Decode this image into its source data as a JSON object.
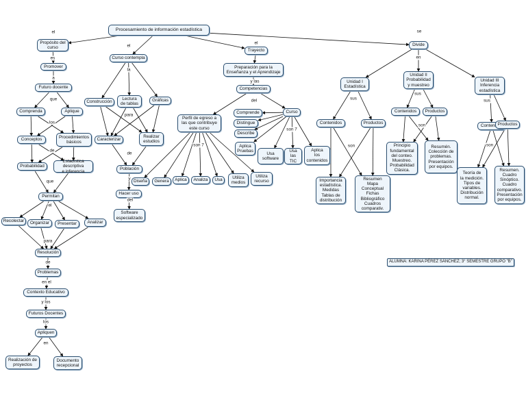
{
  "nodes": {
    "n_title": "Procesamiento de información estadística",
    "n_proposito": "Propósito del\ncurso",
    "n_promover": "Promover",
    "n_futuro": "Futuro docente",
    "n_comprenda": "Comprenda",
    "n_aplique": "Aplique",
    "n_conceptos": "Conceptos",
    "n_procedimientos": "Procedimientos\nbásicos",
    "n_probabilidad": "Probabilidad",
    "n_estdesc": "Estadística descriptiva\ne inferencia",
    "n_permitan": "Permitan",
    "n_recolectar": "Recolectar",
    "n_organizar": "Organizar",
    "n_presentar": "Presentar",
    "n_analizar": "Analizar",
    "n_resolucion": "Resolución",
    "n_problemas": "Problemas",
    "n_contexto": "Contexto Educativo",
    "n_futuros": "Futuros Docentes",
    "n_apliquen": "Apliquen",
    "n_realizacion": "Realización de\nproyectos",
    "n_documento": "Documento\nrecepcional",
    "n_cursocont": "Curso contempla",
    "n_construccion": "Construcción",
    "n_lectura": "Lectura\nde tablas",
    "n_graficas": "Gráficas",
    "n_caracterizar": "Caracterizar",
    "n_realizarest": "Realizar\nestudios",
    "n_poblacion": "Población",
    "n_haceruso": "Hacer uso",
    "n_software": "Software\nespecializado",
    "n_trayecto": "Trayecto",
    "n_preparacion": "Preparación para la\nEnseñanza y el Aprendizaje",
    "n_competencias": "Competencias",
    "n_perfil": "Perfil de egreso a\nlas que contribuye\neste curso",
    "n_curso": "Curso",
    "n_comprende": "Comprende",
    "n_distingue": "Distingue",
    "n_describe": "Describe",
    "n_aplicapruebas": "Aplica\nPruebas",
    "n_usasoftware": "Usa\nsoftware",
    "n_usatic": "Usa las\nTIC",
    "n_aplicacont": "Aplica\nlos\ncontenidos",
    "n_diseña": "Diseña",
    "n_genera": "Genera",
    "n_aplica": "Aplica",
    "n_analiza": "Analiza",
    "n_usa": "Usa",
    "n_utilizamedios": "Utiliza\nmedios",
    "n_utilizarecurso": "Utiliza\nrecurso",
    "n_divide": "Divide",
    "n_unidad1": "Unidad I\nEstadística",
    "n_unidad2": "Unidad II\nProbabilidad\ny muestreo",
    "n_unidad3": "Unidad III\nInferencia\nestadística",
    "n_cont1": "Contenidos",
    "n_prod1": "Productos",
    "n_cont2": "Contenidos",
    "n_prod2": "Productos",
    "n_cont3": "Contenidos",
    "n_prod3": "Productos",
    "n_imp": "Importancia\nestadística.\nMedidas\nTablas de\ndistribución",
    "n_resumen1": "Resumen\nMapa\nConceptual\nFichas\nBibliográfico\nCuadros\ncomparativ.",
    "n_principio": "Principio\nfundamental\ndel conteo.\nMuestreo.\nProbabilidad\nClásica.",
    "n_resumen2": "Resumén.\nColección de\nproblemas.\nPresentación\npor equipos.",
    "n_teoria": "Teoría de\nla medición.\nTipos de\nvariables.\nDistribución\nnormal.",
    "n_resumen3": "Resumen.\nCuadro\nSinóptico.\nCuadro\ncomparativo.\nPresentación\npor equipos.",
    "n_alumna": "ALUMNA: KARINA PÉREZ SÁNCHEZ; 3° SEMESTRE GRUPO \"B\""
  },
  "labels": {
    "l_el1": "el",
    "l_es": "es",
    "l_a": "a",
    "l_que1": "que",
    "l_los": "los",
    "l_de1": "de",
    "l_que2": "que",
    "l_el2": "el",
    "l_para1": "para",
    "l_de2": "de",
    "l_enel": "en el",
    "l_ylos": "y los",
    "l_los2": "los",
    "l_en1": "en",
    "l_el3": "el",
    "l_la": "la",
    "l_para2": "para",
    "l_de3": "de",
    "l_y1": "y",
    "l_del": "del",
    "l_el4": "el",
    "l_ylas": "y las",
    "l_del2": "del",
    "l_son1": "son 7",
    "l_son2": "son 7",
    "l_se": "se",
    "l_en2": "en",
    "l_sus1": "sus",
    "l_sus2": "sus",
    "l_sus3": "sus",
    "l_son3": "son",
    "l_son4": "son",
    "l_son5": "son",
    "l_son6": "son",
    "l_son7": "son",
    "l_son8": "son"
  }
}
